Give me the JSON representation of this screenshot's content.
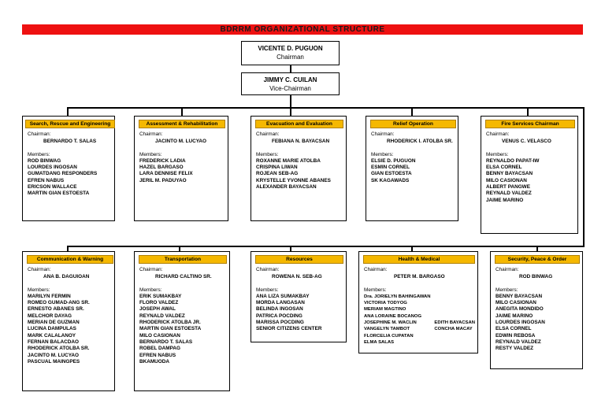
{
  "title": "BDRRM ORGANIZATIONAL STRUCTURE",
  "chairman": {
    "name": "VICENTE D. PUGUON",
    "role": "Chairman"
  },
  "vice_chairman": {
    "name": "JIMMY C. CUILAN",
    "role": "Vice-Chairman"
  },
  "label_chairman": "Chairman:",
  "label_members": "Members:",
  "committees": [
    {
      "title": "Search, Rescue and Engineering",
      "chairman": "BERNARDO T. SALAS",
      "members": [
        "ROD BINWAG",
        "LOURDES INGOSAN",
        "GUMATDANG RESPONDERS",
        "EFREN NABUS",
        "ERICSON WALLACE",
        "MARTIN GIAN ESTOESTA"
      ]
    },
    {
      "title": "Assessment & Rehabilitation",
      "chairman": "JACINTO M. LUCYAO",
      "members": [
        "FREDERICK LADIA",
        "HAZEL BARGASO",
        "LARA DENNISE FELIX",
        "JERIL M. PADUYAO"
      ]
    },
    {
      "title": "Evacuation and Evaluation",
      "chairman": "FEBIANA N. BAYACSAN",
      "members": [
        "ROXANNE MARIE ATOLBA",
        "CRISPINA LIWAN",
        "ROJEAN SEB-AG",
        "KRYSTELLE YVONNE ABANES",
        "ALEXANDER BAYACSAN"
      ]
    },
    {
      "title": "Relief Operation",
      "chairman": "RHODERICK I. ATOLBA SR.",
      "members": [
        "ELSIE D. PUGUON",
        "ESMIN CORNEL",
        "GIAN ESTOESTA",
        "SK KAGAWADS"
      ]
    },
    {
      "title": "Fire Services Chairman",
      "chairman": "VENUS C. VELASCO",
      "members": [
        "REYNALDO PAPAT-IW",
        "ELSA CORNEL",
        "BENNY BAYACSAN",
        "MILO CASIONAN",
        "ALBERT PANGWE",
        "REYNALD VALDEZ",
        "JAIME MARINO"
      ]
    },
    {
      "title": "Communication & Warning",
      "chairman": "ANA B. DAGUIOAN",
      "members": [
        "MARILYN FERMIN",
        "ROMEO GUMAD-ANG SR.",
        "ERNESTO ABANES SR.",
        "MELCHOR DAYAG",
        "MERIAN DE GUZMAN",
        "LUCINA DAMPULAS",
        "MARK CALALANOY",
        "FERNAN BALACDAO",
        "RHODERICK ATOLBA SR.",
        "JACINTO M. LUCYAO",
        "PASCUAL MAINGPES"
      ]
    },
    {
      "title": "Transportation",
      "chairman": "RICHARD CALTINO SR.",
      "members": [
        "ERIK SUMAKBAY",
        "FLORO VALDEZ",
        "JOSEPH AWAL",
        "REYNALD VALDEZ",
        "RHODERICK ATOLBA JR.",
        "MARTIN GIAN ESTOESTA",
        "MILO CASIONAN",
        "BERNARDO T. SALAS",
        "ROBEL DAMPAG",
        "EFREN NABUS",
        "BKAMUODA"
      ]
    },
    {
      "title": "Resources",
      "chairman": "ROWENA N. SEB-AG",
      "members": [
        "ANA LIZA SUMAKBAY",
        "MORDA LANGASAN",
        "BELINDA INGOSAN",
        "PATRICA POCDING",
        "MARISSA POCDING",
        "SENIOR CITIZENS CENTER"
      ]
    },
    {
      "title": "Health & Medical",
      "chairman": "PETER M. BARGASO",
      "members_left": [
        "Dra. JORIELYN BAHINGAWAN",
        "VICTORIA TODYOG",
        "MERIAM MAGTINO",
        "ANA LORAINE BOCANOG",
        "JOSEPHINE M. WACLIN",
        "VANGELYN TAMBOT",
        "FLORCELIA CUPATAN",
        "ELMA SALAS"
      ],
      "members_right": [
        "",
        "",
        "",
        "",
        "EDITH BAYACSAN",
        "CONCHA MACAY",
        "",
        ""
      ]
    },
    {
      "title": "Security, Peace & Order",
      "chairman": "ROD BINWAG",
      "members": [
        "BENNY BAYACSAN",
        "MILO CASIONAN",
        "ANEGITA MONDIDO",
        "JAIME MARINO",
        "LOURDES INGOSAN",
        "ELSA CORNEL",
        "EDWIN REBOSA",
        "REYNALD VALDEZ",
        "RESTY VALDEZ"
      ]
    }
  ],
  "colors": {
    "banner": "#ee1111",
    "header": "#f5b800",
    "line": "#000000"
  }
}
